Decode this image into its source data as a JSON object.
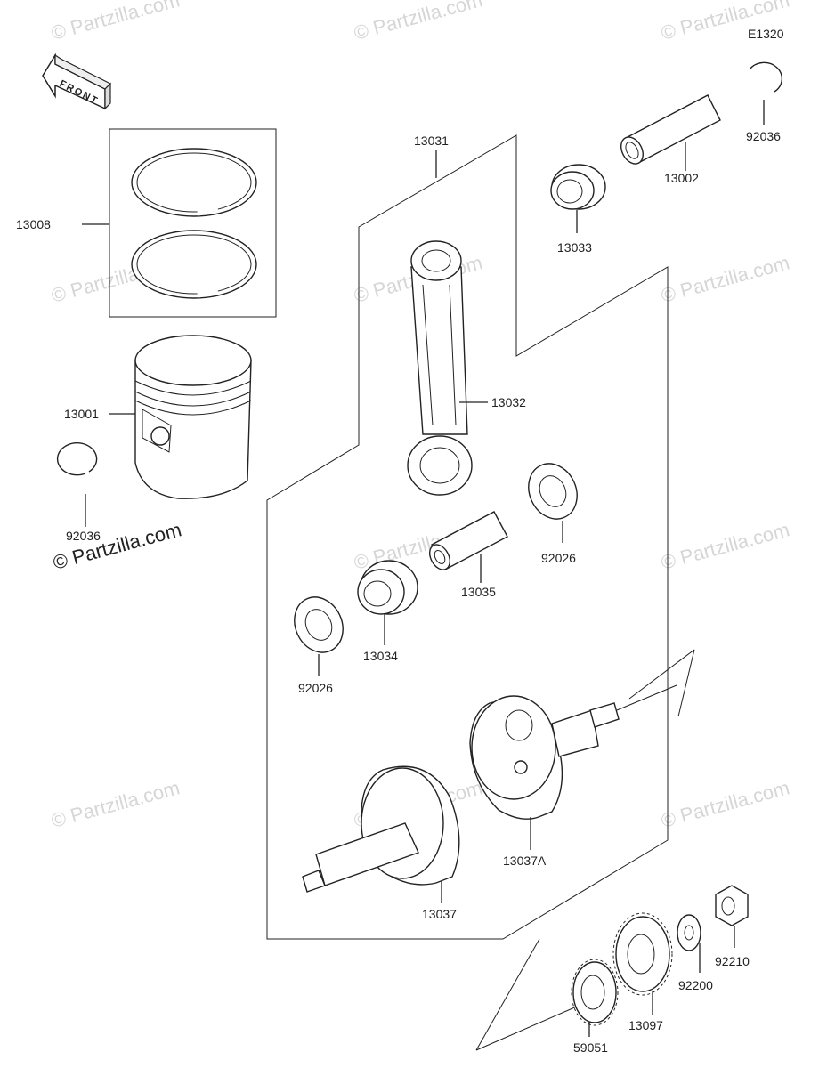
{
  "diagram_code": "E1320",
  "front_label": "FRONT",
  "copyright": "© Partzilla.com",
  "watermark": "© Partzilla.com",
  "parts": {
    "piston_ring_set": "13008",
    "piston": "13001",
    "piston_circlip_left": "92036",
    "piston_pin_circlip_right": "92036",
    "piston_pin": "13002",
    "small_end_bearing": "13033",
    "crankshaft_assy": "13031",
    "connecting_rod": "13032",
    "thrust_washer_upper": "92026",
    "crank_pin": "13035",
    "big_end_bearing": "13034",
    "thrust_washer_lower": "92026",
    "crankshaft_half_right": "13037A",
    "crankshaft_half_left": "13037",
    "gear_small": "59051",
    "gear_large": "13097",
    "washer": "92200",
    "nut": "92210"
  }
}
